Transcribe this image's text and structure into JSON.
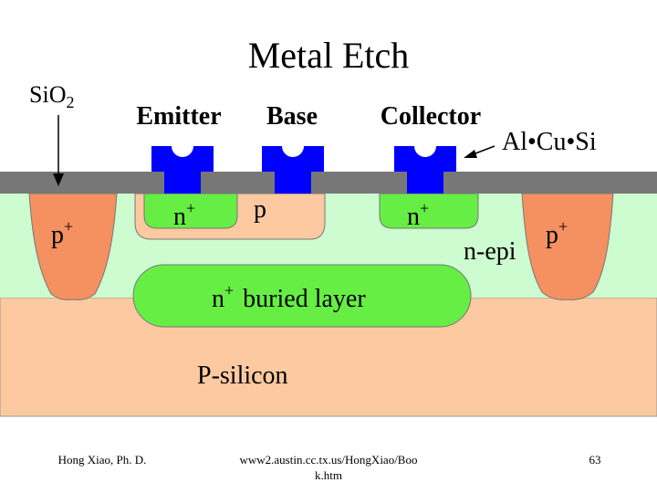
{
  "slide": {
    "title": "Metal Etch",
    "labels": {
      "sio2_main": "Si",
      "sio2_O": "O",
      "sio2_sub": "2",
      "emitter": "Emitter",
      "base": "Base",
      "collector": "Collector",
      "metal": "Al•Cu•Si",
      "p_plus": "p",
      "plus": "+",
      "n_plus": "n",
      "p": "p",
      "n_epi": "n-epi",
      "buried_n": "n",
      "buried_text": "buried layer",
      "p_silicon": "P-silicon"
    },
    "footer": {
      "author": "Hong Xiao, Ph. D.",
      "url_line1": "www2.austin.cc.tx.us/HongXiao/Boo",
      "url_line2": "k.htm",
      "page": "63"
    },
    "colors": {
      "p_silicon": "#fcc9a0",
      "n_epi": "#ccfcd0",
      "p_plus_isolation": "#f59060",
      "base_region": "#fcc9a0",
      "n_plus_region": "#66ee44",
      "buried_layer": "#66ee44",
      "oxide": "#777777",
      "metal": "#0000ff",
      "text": "#000000"
    }
  }
}
